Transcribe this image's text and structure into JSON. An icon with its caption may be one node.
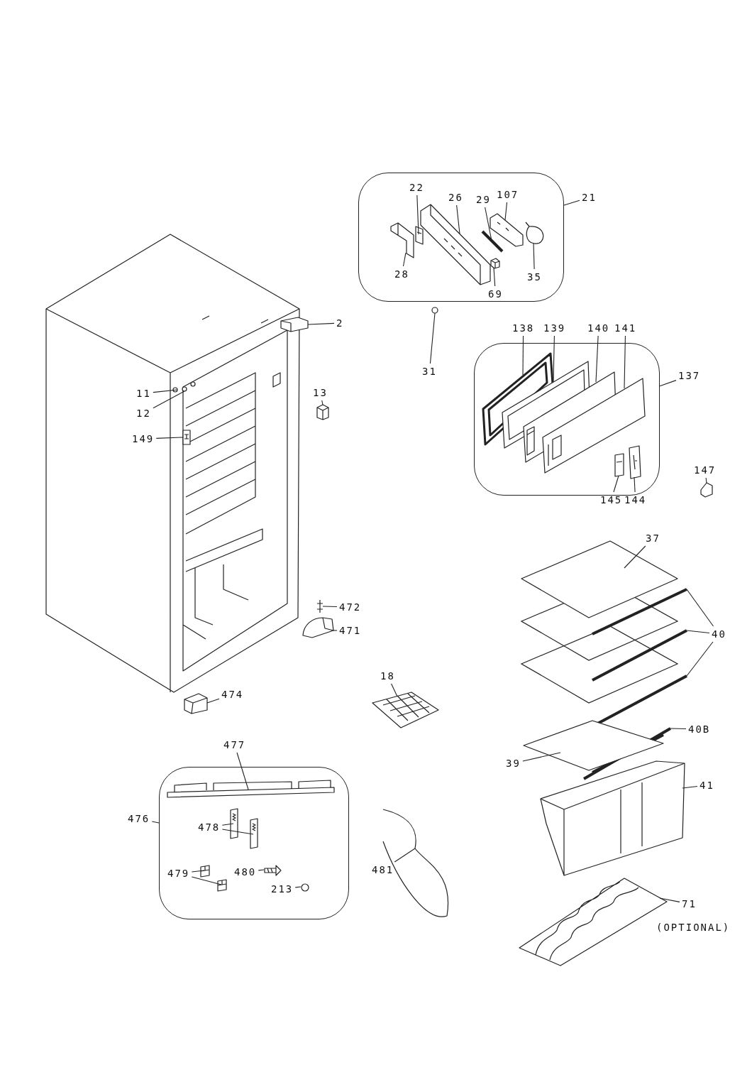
{
  "diagram": {
    "nodes": [
      {
        "text": [],
        "shape": "box"
      },
      {
        "text": [
          "21"
        ]
      },
      {
        "text": [
          "22"
        ],
        "in": 0
      },
      {
        "text": [],
        "shape": "picture",
        "in": 0
      },
      {
        "text": [
          "26"
        ],
        "in": 0
      },
      {
        "text": [],
        "shape": "picture",
        "in": 0
      },
      {
        "text": [
          "29"
        ],
        "in": 0
      },
      {
        "text": [],
        "shape": "picture",
        "in": 0
      },
      {
        "text": [
          "107"
        ],
        "in": 0
      },
      {
        "text": [],
        "shape": "picture",
        "in": 0
      },
      {
        "text": [
          "28"
        ],
        "in": 0
      },
      {
        "text": [],
        "shape": "picture",
        "in": 0
      },
      {
        "text": [
          "69"
        ],
        "in": 0
      },
      {
        "text": [],
        "shape": "picture",
        "in": 0
      },
      {
        "text": [
          "35"
        ],
        "in": 0
      },
      {
        "text": [],
        "shape": "picture",
        "in": 0
      },
      {
        "text": [
          "31"
        ]
      },
      {
        "text": [],
        "shape": "picture"
      },
      {
        "text": [],
        "shape": "picture"
      },
      {
        "text": [
          "2"
        ]
      },
      {
        "text": [],
        "shape": "picture"
      },
      {
        "text": [
          "11"
        ],
        "in": 18
      },
      {
        "text": [],
        "shape": "picture",
        "in": 18
      },
      {
        "text": [
          "12"
        ],
        "in": 18
      },
      {
        "text": [],
        "shape": "picture",
        "in": 18
      },
      {
        "text": [
          "149"
        ],
        "in": 18
      },
      {
        "text": [],
        "shape": "picture",
        "in": 18
      },
      {
        "text": [
          "13"
        ]
      },
      {
        "text": [],
        "shape": "picture"
      },
      {
        "text": [],
        "shape": "box"
      },
      {
        "text": [
          "137"
        ]
      },
      {
        "text": [
          "138"
        ]
      },
      {
        "text": [],
        "shape": "picture",
        "in": 29
      },
      {
        "text": [
          "139"
        ]
      },
      {
        "text": [],
        "shape": "picture",
        "in": 29
      },
      {
        "text": [
          "140"
        ]
      },
      {
        "text": [],
        "shape": "picture",
        "in": 29
      },
      {
        "text": [
          "141"
        ]
      },
      {
        "text": [],
        "shape": "picture",
        "in": 29
      },
      {
        "text": [
          "145"
        ]
      },
      {
        "text": [],
        "shape": "picture",
        "in": 29
      },
      {
        "text": [
          "144"
        ]
      },
      {
        "text": [],
        "shape": "picture",
        "in": 29
      },
      {
        "text": [
          "147"
        ]
      },
      {
        "text": [],
        "shape": "picture"
      },
      {
        "text": [
          "472"
        ]
      },
      {
        "text": [],
        "shape": "picture"
      },
      {
        "text": [
          "471"
        ]
      },
      {
        "text": [],
        "shape": "picture"
      },
      {
        "text": [
          "474"
        ]
      },
      {
        "text": [],
        "shape": "picture"
      },
      {
        "text": [
          "18"
        ]
      },
      {
        "text": [],
        "shape": "picture"
      },
      {
        "text": [
          "37"
        ]
      },
      {
        "text": [],
        "shape": "picture"
      },
      {
        "text": [
          "40"
        ]
      },
      {
        "text": [],
        "shape": "picture"
      },
      {
        "text": [],
        "shape": "picture"
      },
      {
        "text": [],
        "shape": "picture"
      },
      {
        "text": [
          "40B"
        ]
      },
      {
        "text": [],
        "shape": "picture"
      },
      {
        "text": [
          "39"
        ]
      },
      {
        "text": [],
        "shape": "picture"
      },
      {
        "text": [
          "41"
        ]
      },
      {
        "text": [],
        "shape": "picture"
      },
      {
        "text": [
          "71"
        ]
      },
      {
        "text": [],
        "shape": "picture"
      },
      {
        "text": [
          "477"
        ]
      },
      {
        "text": [],
        "shape": "box"
      },
      {
        "text": [
          "476"
        ]
      },
      {
        "text": [],
        "shape": "picture",
        "in": 68
      },
      {
        "text": [
          "478"
        ],
        "in": 68
      },
      {
        "text": [],
        "shape": "picture",
        "in": 68
      },
      {
        "text": [],
        "shape": "picture",
        "in": 68
      },
      {
        "text": [
          "479"
        ],
        "in": 68
      },
      {
        "text": [],
        "shape": "picture",
        "in": 68
      },
      {
        "text": [],
        "shape": "picture",
        "in": 68
      },
      {
        "text": [
          "480"
        ],
        "in": 68
      },
      {
        "text": [],
        "shape": "picture",
        "in": 68
      },
      {
        "text": [
          "213"
        ],
        "in": 68
      },
      {
        "text": [],
        "shape": "picture",
        "in": 68
      },
      {
        "text": [
          "481"
        ]
      },
      {
        "text": [],
        "shape": "picture"
      }
    ],
    "edges": [
      {
        "from": 1,
        "to": 0,
        "arrow": "none"
      },
      {
        "from": 2,
        "to": 3,
        "arrow": "none"
      },
      {
        "from": 4,
        "to": 5,
        "arrow": "none"
      },
      {
        "from": 6,
        "to": 7,
        "arrow": "none"
      },
      {
        "from": 8,
        "to": 9,
        "arrow": "none"
      },
      {
        "from": 10,
        "to": 11,
        "arrow": "none"
      },
      {
        "from": 12,
        "to": 13,
        "arrow": "none"
      },
      {
        "from": 14,
        "to": 15,
        "arrow": "none"
      },
      {
        "from": 16,
        "to": 17,
        "arrow": "none"
      },
      {
        "from": 19,
        "to": 20,
        "arrow": "none"
      },
      {
        "from": 21,
        "to": 22,
        "arrow": "none"
      },
      {
        "from": 23,
        "to": 24,
        "arrow": "none"
      },
      {
        "from": 25,
        "to": 26,
        "arrow": "none"
      },
      {
        "from": 27,
        "to": 28,
        "arrow": "none"
      },
      {
        "from": 30,
        "to": 29,
        "arrow": "none"
      },
      {
        "from": 31,
        "to": 32,
        "arrow": "none"
      },
      {
        "from": 33,
        "to": 34,
        "arrow": "none"
      },
      {
        "from": 35,
        "to": 36,
        "arrow": "none"
      },
      {
        "from": 37,
        "to": 38,
        "arrow": "none"
      },
      {
        "from": 39,
        "to": 40,
        "arrow": "none"
      },
      {
        "from": 41,
        "to": 42,
        "arrow": "none"
      },
      {
        "from": 43,
        "to": 44,
        "arrow": "none"
      },
      {
        "from": 45,
        "to": 46,
        "arrow": "none"
      },
      {
        "from": 47,
        "to": 48,
        "arrow": "none"
      },
      {
        "from": 49,
        "to": 50,
        "arrow": "none"
      },
      {
        "from": 51,
        "to": 52,
        "arrow": "none"
      },
      {
        "from": 53,
        "to": 54,
        "arrow": "none"
      },
      {
        "from": 55,
        "to": 56,
        "arrow": "none"
      },
      {
        "from": 55,
        "to": 57,
        "arrow": "none"
      },
      {
        "from": 55,
        "to": 58,
        "arrow": "none"
      },
      {
        "from": 59,
        "to": 60,
        "arrow": "none"
      },
      {
        "from": 61,
        "to": 62,
        "arrow": "none"
      },
      {
        "from": 63,
        "to": 64,
        "arrow": "none"
      },
      {
        "from": 65,
        "to": 66,
        "arrow": "none"
      },
      {
        "from": 67,
        "to": 70,
        "arrow": "none"
      },
      {
        "from": 69,
        "to": 68,
        "arrow": "none"
      },
      {
        "from": 71,
        "to": 72,
        "arrow": "none"
      },
      {
        "from": 71,
        "to": 73,
        "arrow": "none"
      },
      {
        "from": 74,
        "to": 75,
        "arrow": "none"
      },
      {
        "from": 74,
        "to": 76,
        "arrow": "none"
      },
      {
        "from": 77,
        "to": 78,
        "arrow": "none"
      },
      {
        "from": 79,
        "to": 80,
        "arrow": "none"
      },
      {
        "from": 81,
        "to": 82,
        "arrow": "none"
      }
    ],
    "labels": [
      "(OPTIONAL)"
    ]
  }
}
